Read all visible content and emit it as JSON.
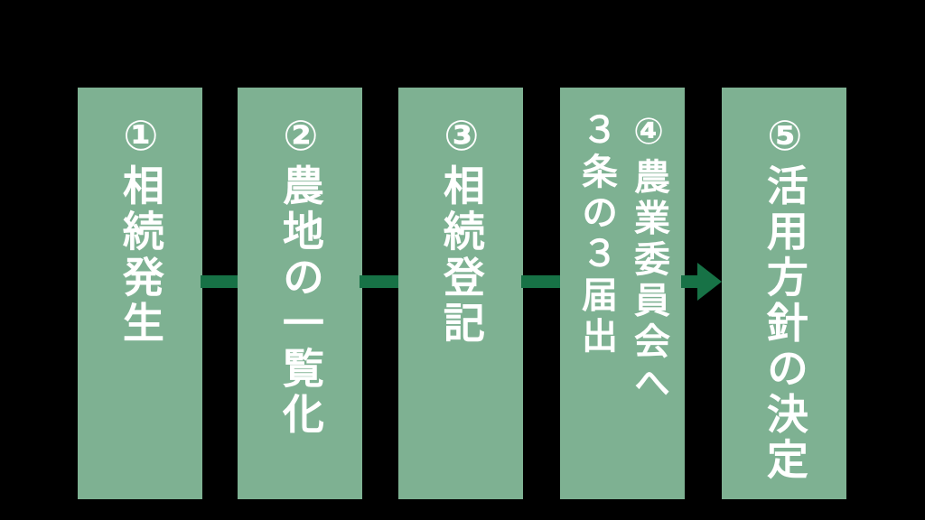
{
  "diagram": {
    "description": "farmland-inheritance-procedure-flow",
    "steps": [
      {
        "lines": [
          "①相続発生"
        ]
      },
      {
        "lines": [
          "②農地の一覧化"
        ]
      },
      {
        "lines": [
          "③相続登記"
        ]
      },
      {
        "lines": [
          "④農業委員会へ",
          "３条の３届出"
        ]
      },
      {
        "lines": [
          "⑤活用方針の決定"
        ]
      }
    ]
  },
  "colors": {
    "background": "#000000",
    "column_bg": "#7eb192",
    "connector": "#177246",
    "text_color": "#ffffff"
  }
}
